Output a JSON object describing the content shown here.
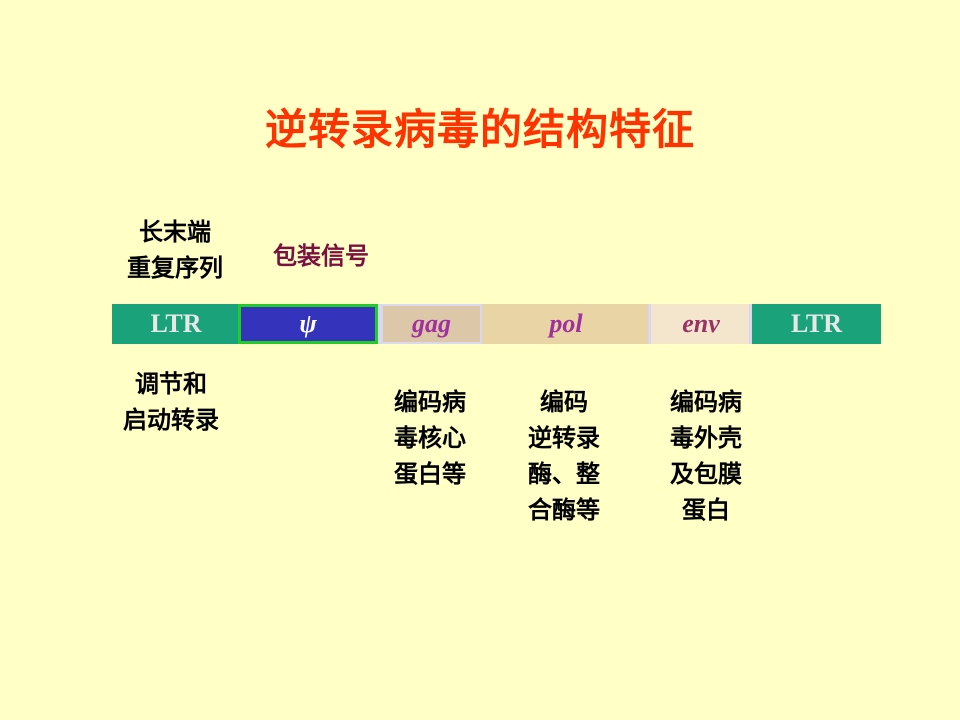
{
  "title": "逆转录病毒的结构特征",
  "top_labels": {
    "ltr": [
      "长末端",
      "重复序列"
    ],
    "psi": "包装信号"
  },
  "genome": {
    "ltr_left": "LTR",
    "psi": "ψ",
    "gag": "gag",
    "pol": "pol",
    "env": "env",
    "ltr_right": "LTR"
  },
  "bottom_labels": {
    "ltr": [
      "调节和",
      "启动转录"
    ],
    "gag": [
      "编码病",
      "毒核心",
      "蛋白等"
    ],
    "pol": [
      "编码",
      "逆转录",
      "酶、整",
      "合酶等"
    ],
    "env": [
      "编码病",
      "毒外壳",
      "及包膜",
      "蛋白"
    ]
  },
  "colors": {
    "background": "#ffffc6",
    "title": "#ff3300",
    "ltr": "#1aa37a",
    "psi": "#3333bb",
    "psi_border": "#22cc22"
  }
}
